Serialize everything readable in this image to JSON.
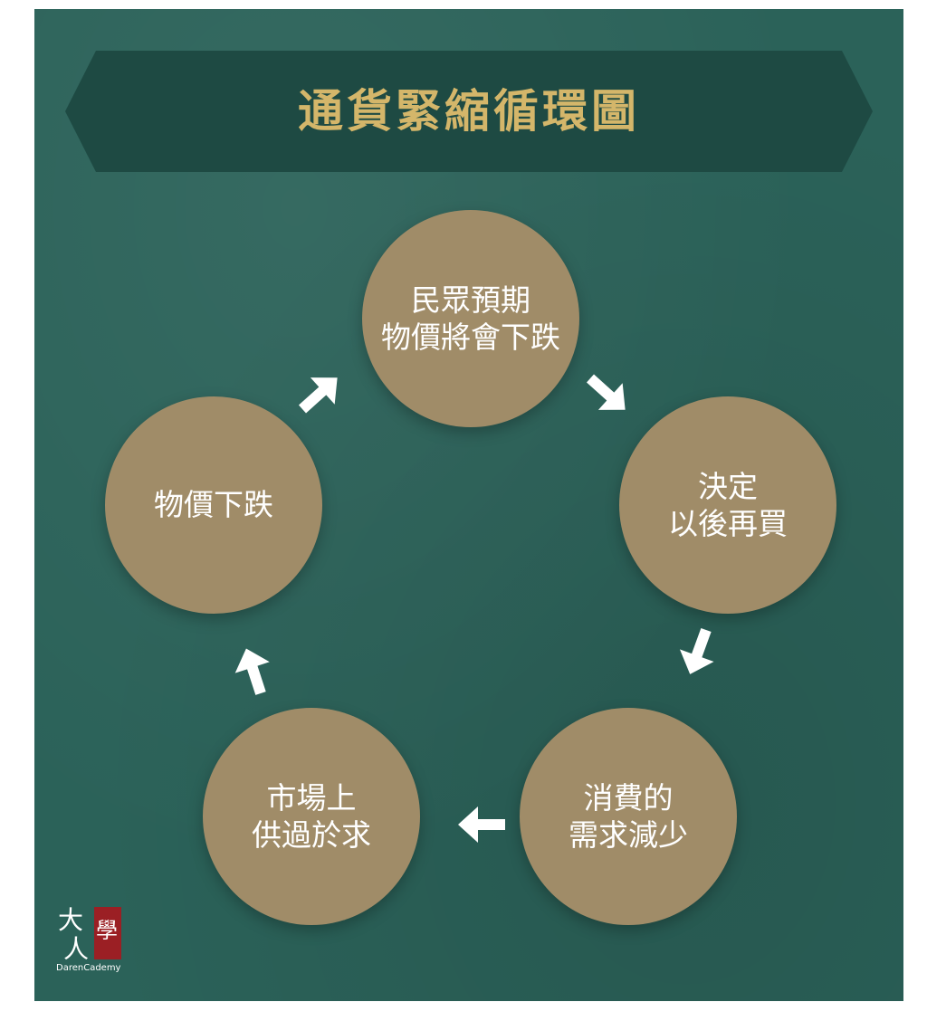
{
  "title": "通貨緊縮循環圖",
  "nodes": [
    {
      "id": "top",
      "lines": [
        "民眾預期",
        "物價將會下跌"
      ]
    },
    {
      "id": "right",
      "lines": [
        "決定",
        "以後再買"
      ]
    },
    {
      "id": "bottom-right",
      "lines": [
        "消費的",
        "需求減少"
      ]
    },
    {
      "id": "bottom-left",
      "lines": [
        "市場上",
        "供過於求"
      ]
    },
    {
      "id": "left",
      "lines": [
        "物價下跌"
      ]
    }
  ],
  "logo": {
    "glyphs": [
      "大",
      "人",
      "學"
    ],
    "caption": "DarenCademy"
  },
  "colors": {
    "background": "#2b6259",
    "banner": "#1e4a43",
    "title": "#d4b66a",
    "node": "#a08c68",
    "arrow": "#ffffff",
    "logo_red": "#9b1f24"
  },
  "edges": [
    [
      "top",
      "right"
    ],
    [
      "right",
      "bottom-right"
    ],
    [
      "bottom-right",
      "bottom-left"
    ],
    [
      "bottom-left",
      "left"
    ],
    [
      "left",
      "top"
    ]
  ]
}
